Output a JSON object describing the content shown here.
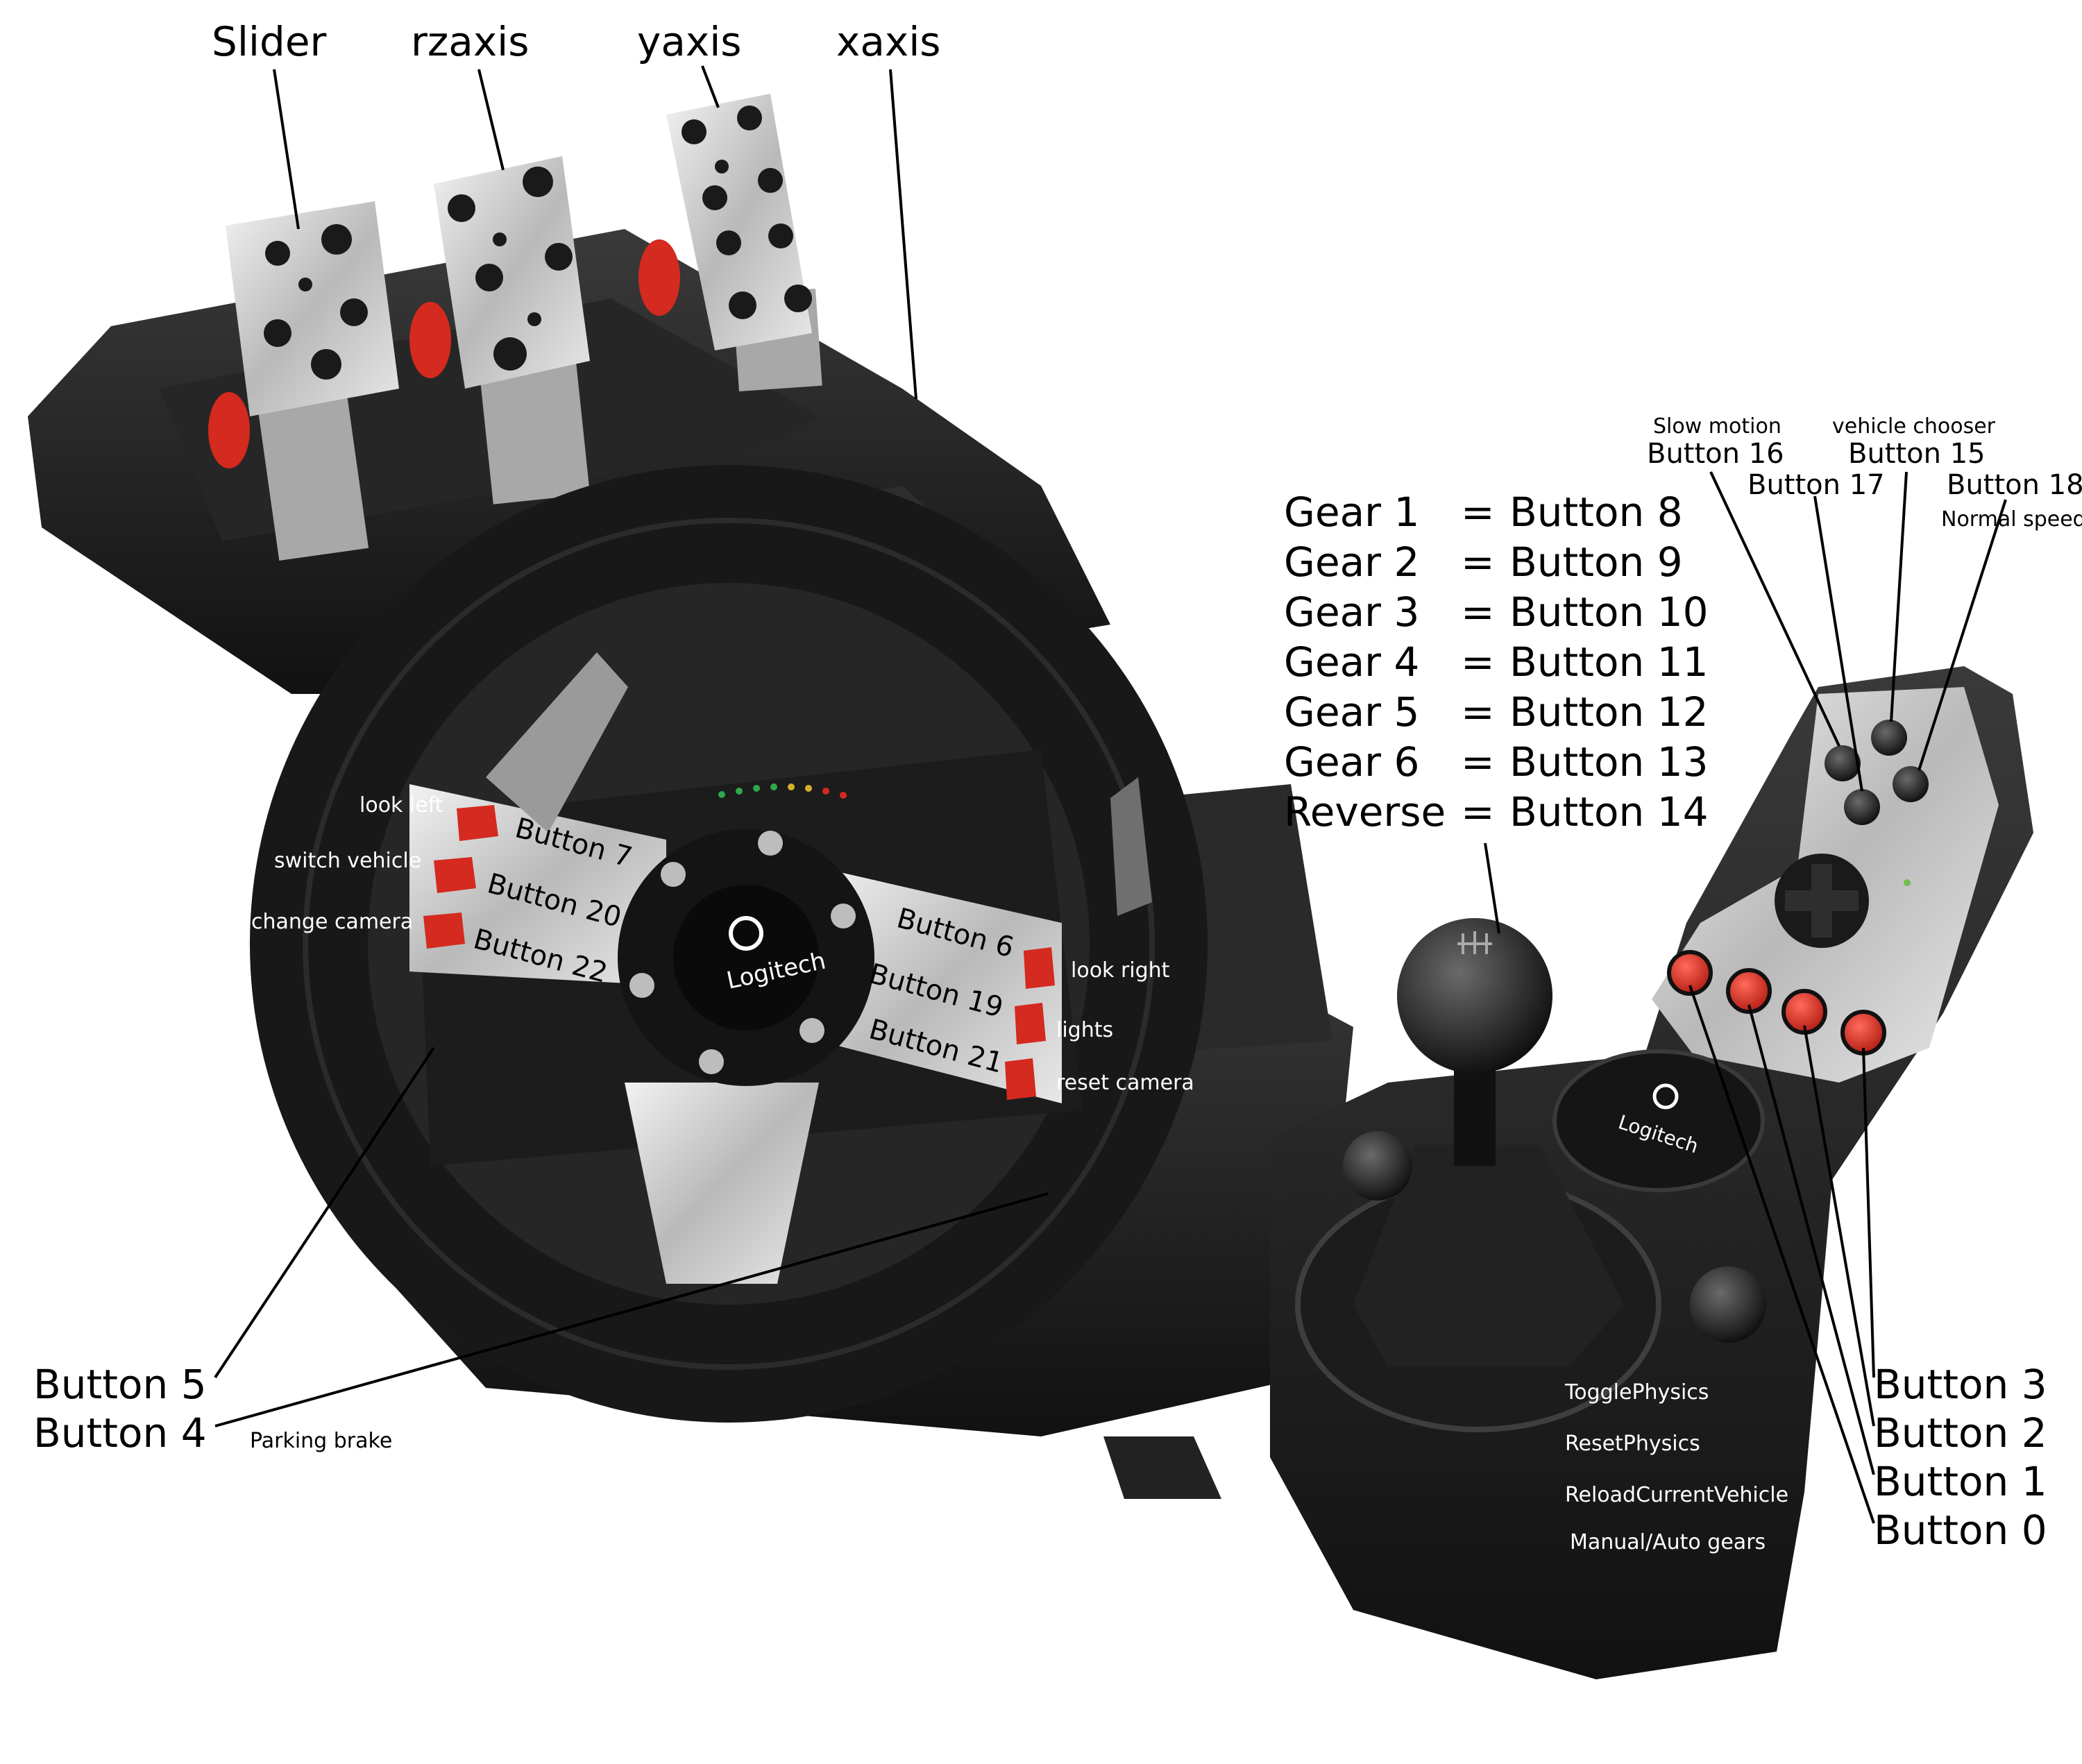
{
  "axes": {
    "slider": "Slider",
    "rzaxis": "rzaxis",
    "yaxis": "yaxis",
    "xaxis": "xaxis"
  },
  "gears": [
    {
      "gear": "Gear 1",
      "eq": "=",
      "button": "Button 8"
    },
    {
      "gear": "Gear 2",
      "eq": "=",
      "button": "Button 9"
    },
    {
      "gear": "Gear 3",
      "eq": "=",
      "button": "Button 10"
    },
    {
      "gear": "Gear 4",
      "eq": "=",
      "button": "Button 11"
    },
    {
      "gear": "Gear 5",
      "eq": "=",
      "button": "Button 12"
    },
    {
      "gear": "Gear 6",
      "eq": "=",
      "button": "Button 13"
    },
    {
      "gear": "Reverse",
      "eq": "=",
      "button": "Button 14"
    }
  ],
  "shifter_top": {
    "slow_motion": "Slow motion",
    "button16": "Button 16",
    "vehicle_chooser": "vehicle chooser",
    "button15": "Button 15",
    "button17": "Button 17",
    "button18": "Button 18",
    "normal_speed": "Normal speed"
  },
  "wheel_left": {
    "look_left": "look left",
    "switch_vehicle": "switch vehicle",
    "change_camera": "change camera",
    "button7": "Button 7",
    "button20": "Button 20",
    "button22": "Button 22"
  },
  "wheel_right": {
    "button6": "Button 6",
    "button19": "Button 19",
    "button21": "Button 21",
    "look_right": "look right",
    "lights": "lights",
    "reset_camera": "reset camera"
  },
  "hub_logo": "Logitech",
  "shifter_logo": "Logitech",
  "paddles": {
    "button5": "Button 5",
    "button4": "Button 4",
    "parking_brake": "Parking brake"
  },
  "shifter_red": {
    "toggle_physics": "TogglePhysics",
    "reset_physics": "ResetPhysics",
    "reload_vehicle": "ReloadCurrentVehicle",
    "manual_auto": "Manual/Auto gears",
    "button3": "Button 3",
    "button2": "Button 2",
    "button1": "Button 1",
    "button0": "Button 0"
  },
  "colors": {
    "red_button": "#d42a1f",
    "wheel_leather": "#1e1e1e",
    "metal": "#c8c8c8"
  }
}
